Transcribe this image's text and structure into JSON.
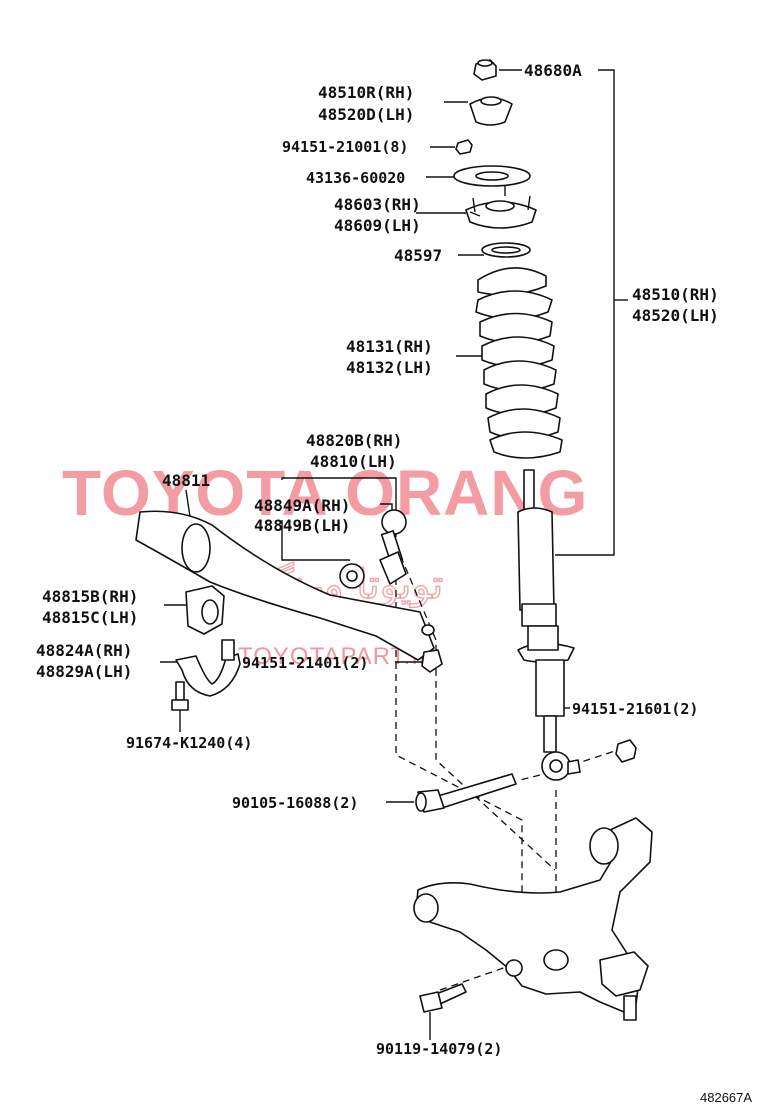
{
  "parts": {
    "nut_top": "48680A",
    "insulator_rh": "48510R(RH)",
    "insulator_lh": "48520D(LH)",
    "nut_8": "94151-21001(8)",
    "gasket": "43136-60020",
    "support_rh": "48603(RH)",
    "support_lh": "48609(LH)",
    "seat": "48597",
    "spring_rh": "48131(RH)",
    "spring_lh": "48132(LH)",
    "link_rh": "48820B(RH)",
    "link_lh": "48810(LH)",
    "stabilizer": "48811",
    "bushing_link_rh": "48849A(RH)",
    "bushing_link_lh": "48849B(LH)",
    "bushing_bar_rh": "48815B(RH)",
    "bushing_bar_lh": "48815C(LH)",
    "bracket_rh": "48824A(RH)",
    "bracket_lh": "48829A(LH)",
    "nut_link": "94151-21401(2)",
    "absorber_rh": "48510(RH)",
    "absorber_lh": "48520(LH)",
    "nut_lower": "94151-21601(2)",
    "bolt_bracket": "91674-K1240(4)",
    "bolt_lower": "90105-16088(2)",
    "bolt_arm": "90119-14079(2)"
  },
  "watermark": {
    "main": "TOYOTA ORANG",
    "persian": "تویوتا ورنگ",
    "url": "TOYOTAPART.IR"
  },
  "figure_number": "482667A"
}
